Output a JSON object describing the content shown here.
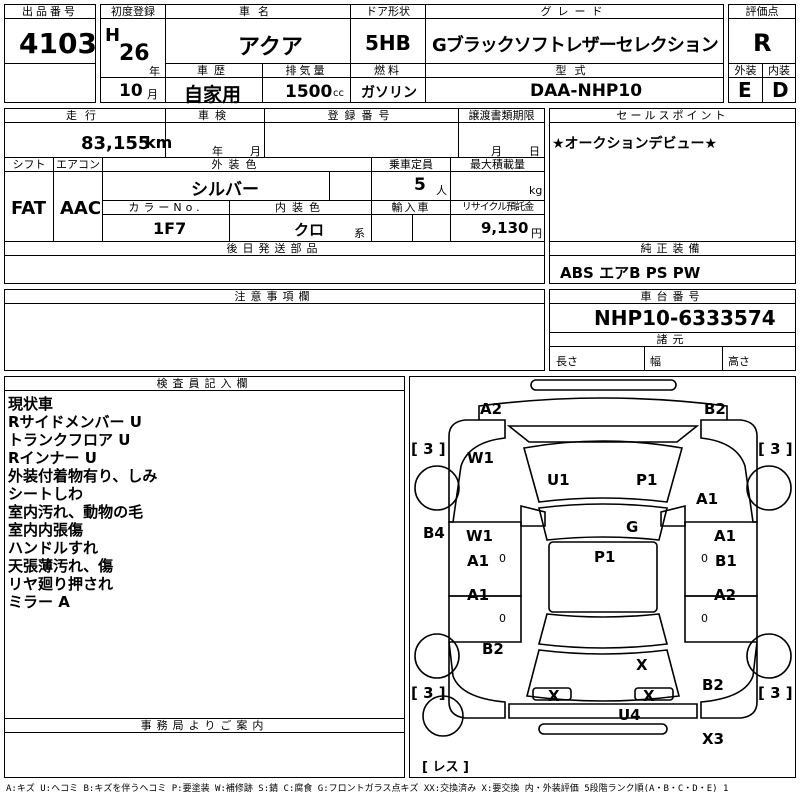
{
  "header": {
    "lot_label": "出品番号",
    "lot_no": "4103",
    "first_reg_label": "初度登録",
    "era": "H",
    "year": "26",
    "year_unit": "年",
    "month": "10",
    "month_unit": "月",
    "car_name_label": "車名",
    "car_name": "アクア",
    "door_label": "ドア形状",
    "door": "5HB",
    "grade_label": "グレード",
    "grade": "Gブラックソフトレザーセレクション",
    "score_label": "評価点",
    "score": "R",
    "history_label": "車歴",
    "history": "自家用",
    "displacement_label": "排気量",
    "displacement": "1500",
    "displacement_unit": "cc",
    "fuel_label": "燃料",
    "fuel": "ガソリン",
    "model_label": "型式",
    "model": "DAA-NHP10",
    "ext_label": "外装",
    "ext_grade": "E",
    "int_label": "内装",
    "int_grade": "D"
  },
  "row2": {
    "mileage_label": "走行",
    "mileage": "83,155",
    "mileage_unit": "km",
    "inspection_label": "車検",
    "year_unit": "年",
    "month_unit": "月",
    "reg_no_label": "登録番号",
    "transfer_label": "譲渡書類期限",
    "transfer_month_unit": "月",
    "transfer_day_unit": "日",
    "sales_label": "セールスポイント",
    "sales_point": "★オークションデビュー★"
  },
  "row3": {
    "shift_label": "シフト",
    "shift": "FAT",
    "ac_label": "エアコン",
    "ac": "AAC",
    "ext_color_label": "外装色",
    "ext_color": "シルバー",
    "capacity_label": "乗車定員",
    "capacity": "5",
    "capacity_unit": "人",
    "max_load_label": "最大積載量",
    "max_load_unit": "kg",
    "color_no_label": "カラーNo.",
    "color_no": "1F7",
    "int_color_label": "内装色",
    "int_color": "クロ",
    "int_color_unit": "系",
    "import_label": "輸入車",
    "recycle_label": "リサイクル預託金",
    "recycle": "9,130",
    "recycle_unit": "円"
  },
  "rear_parts_label": "後日発送部品",
  "equipment_label": "純正装備",
  "equipment": "ABS エアB PS PW",
  "caution_label": "注意事項欄",
  "chassis_label": "車台番号",
  "chassis": "NHP10-6333574",
  "specs_label": "諸元",
  "length_label": "長さ",
  "width_label": "幅",
  "height_label": "高さ",
  "inspector_label": "検査員記入欄",
  "inspector_notes": [
    "現状車",
    "Rサイドメンバー U",
    "トランクフロア U",
    "Rインナー U",
    "外装付着物有り、しみ",
    "シートしわ",
    "室内汚れ、動物の毛",
    "室内内張傷",
    "ハンドルすれ",
    "天張薄汚れ、傷",
    "リヤ廻り押され",
    "ミラー A"
  ],
  "office_label": "事務局よりご案内",
  "legend": "A:キズ U:ヘコミ B:キズを伴うヘコミ P:要塗装 W:補修跡 S:錆 C:腐食 G:フロントガラス点キズ XX:交換済み X:要交換 内・外装評価 5段階ランク順(A・B・C・D・E) 1",
  "diagram": {
    "tires_label": "[ 3 ]",
    "spare_label": "[ レス ]",
    "marks": {
      "a2_front": "A2",
      "b2_front": "B2",
      "w1_top": "W1",
      "u1": "U1",
      "p1_hood": "P1",
      "a1_rfender": "A1",
      "b4": "B4",
      "g": "G",
      "w1_mid": "W1",
      "a1_lmid": "A1",
      "p1_roof": "P1",
      "a1_rmid": "A1",
      "b1": "B1",
      "a1_ldoor": "A1",
      "a2_rdoor": "A2",
      "b2_lrear": "B2",
      "x_trunk": "X",
      "b2_rrear": "B2",
      "x_left": "X",
      "x_right": "X",
      "u4": "U4",
      "x3": "X3",
      "zero": "0"
    }
  }
}
